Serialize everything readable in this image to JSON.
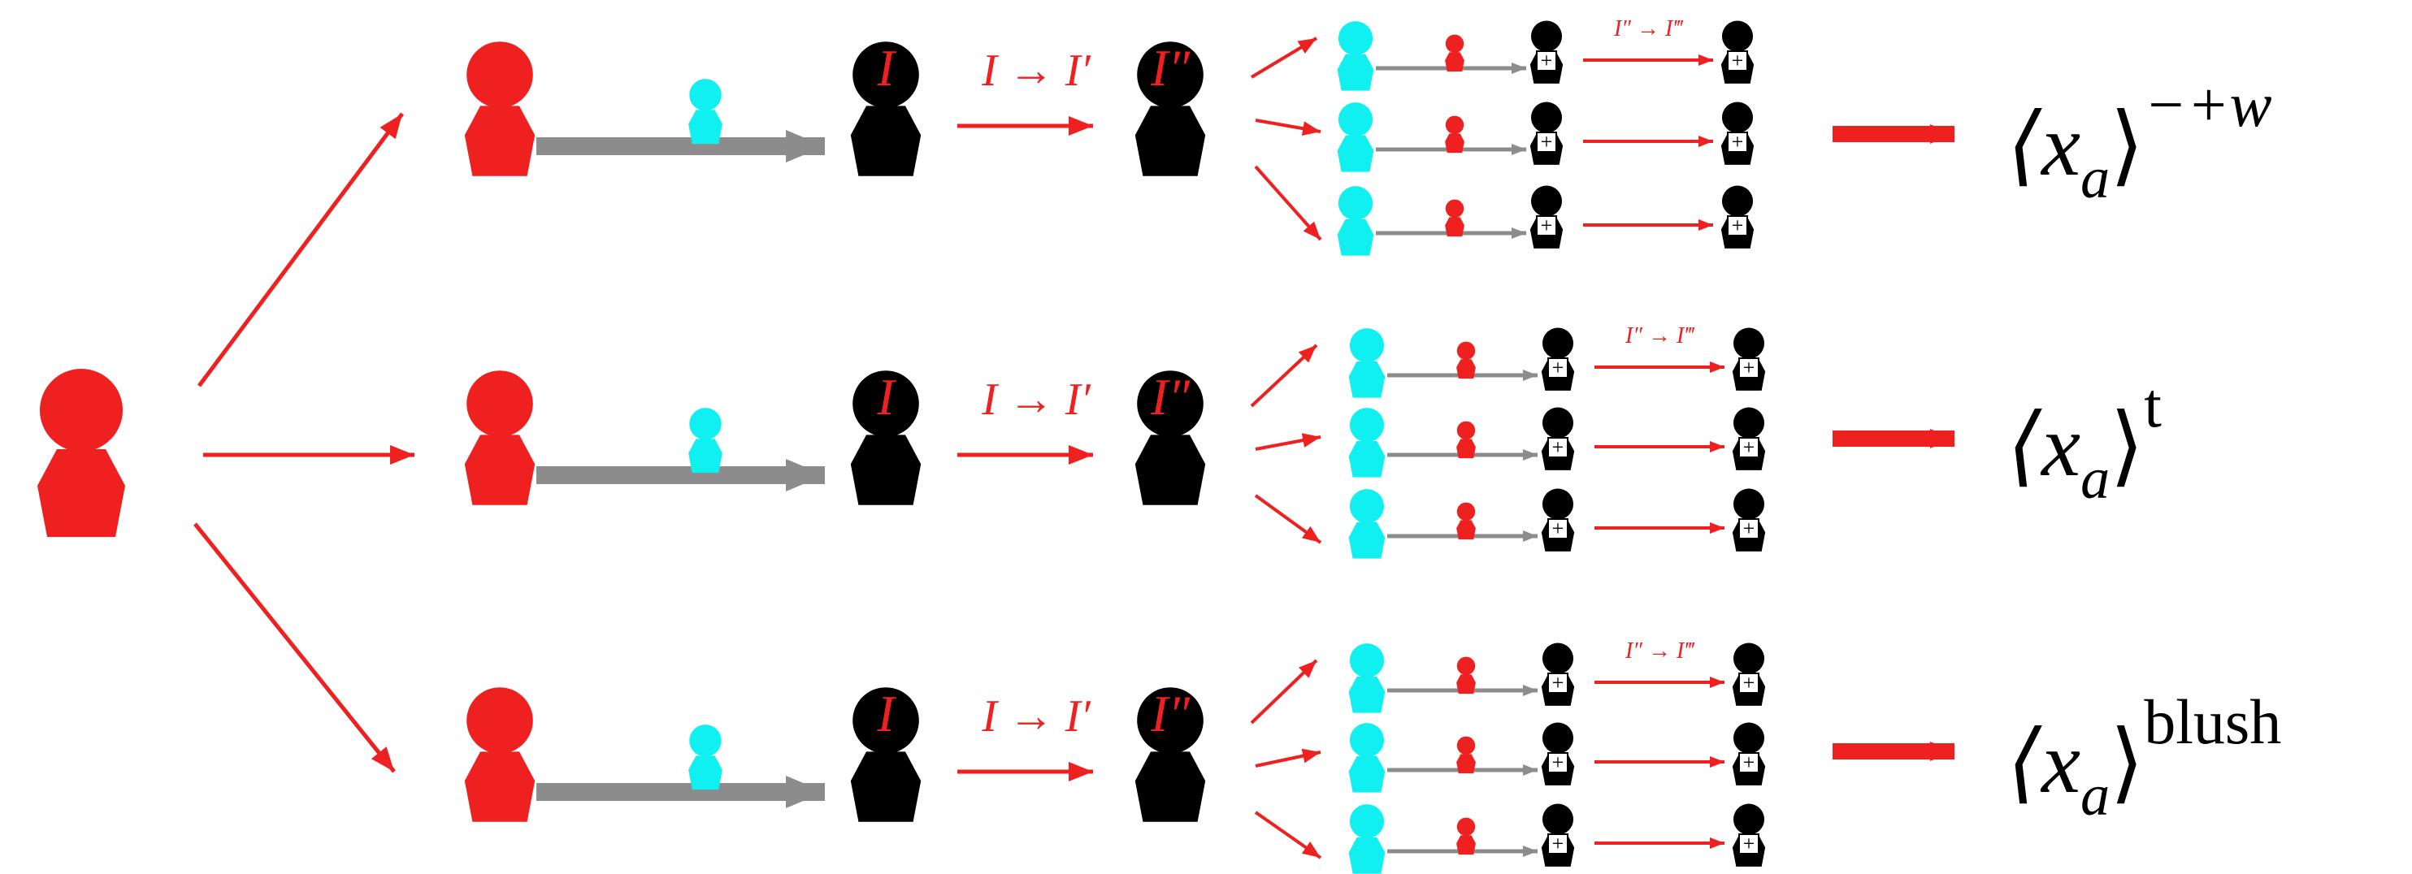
{
  "diagram": {
    "colors": {
      "red": "#ee2020",
      "cyan": "#11f0f0",
      "black": "#000000",
      "gray": "#8c8c8c",
      "white": "#ffffff"
    },
    "transition_main": "I → I′",
    "node_I": "I",
    "node_I2": "I″",
    "small_transition": "I″ → I‴",
    "plus_symbol": "+",
    "rows": [
      {
        "result_base": "⟨x",
        "result_sub": "a",
        "result_close": "⟩",
        "result_sup": "−+w"
      },
      {
        "result_base": "⟨x",
        "result_sub": "a",
        "result_close": "⟩",
        "result_sup": "t"
      },
      {
        "result_base": "⟨x",
        "result_sub": "a",
        "result_close": "⟩",
        "result_sup": "blush"
      }
    ]
  }
}
